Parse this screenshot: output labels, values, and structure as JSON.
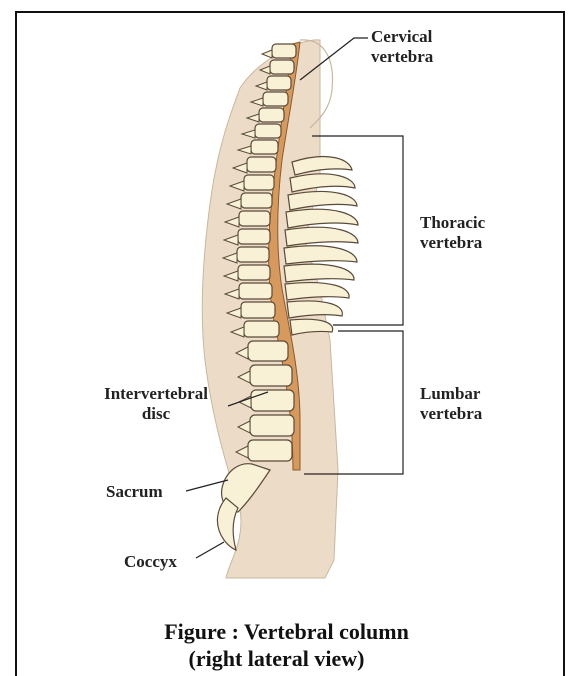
{
  "labels": {
    "cervical": [
      "Cervical",
      "vertebra"
    ],
    "thoracic": [
      "Thoracic",
      "vertebra"
    ],
    "lumbar": [
      "Lumbar",
      "vertebra"
    ],
    "intervertebral": [
      "Intervertebral",
      "disc"
    ],
    "sacrum": "Sacrum",
    "coccyx": "Coccyx"
  },
  "caption": {
    "line1": "Figure :  Vertebral column",
    "line2": "(right lateral view)"
  },
  "colors": {
    "body": "#ecdcc7",
    "bone": "#f8f1d6",
    "canal": "#d79a5c",
    "outline": "#5a4a3a"
  }
}
